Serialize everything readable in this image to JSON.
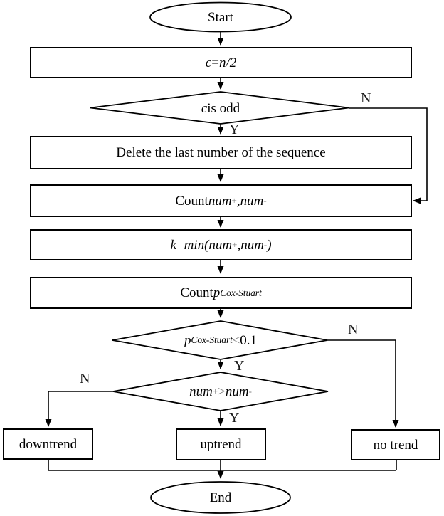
{
  "colors": {
    "stroke": "#000000",
    "shape_fill": "#ffffff",
    "operator_gray": "#7d7d7d"
  },
  "nodes": {
    "start": {
      "label": "Start"
    },
    "assign_c": {
      "parts": [
        [
          "c",
          "i"
        ],
        [
          "=",
          "op"
        ],
        [
          "n/2",
          "i"
        ]
      ]
    },
    "odd_check": {
      "parts": [
        [
          "c",
          "i"
        ],
        [
          " is odd",
          ""
        ]
      ]
    },
    "delete_step": {
      "label": "Delete the last number of the sequence"
    },
    "count_num": {
      "parts": [
        [
          "Count ",
          ""
        ],
        [
          "num",
          "i"
        ],
        [
          "+",
          "opsub"
        ],
        [
          ", ",
          "i"
        ],
        [
          "num",
          "i"
        ],
        [
          "-",
          "opsub"
        ]
      ]
    },
    "k_min": {
      "parts": [
        [
          "k",
          "i"
        ],
        [
          "=",
          "op"
        ],
        [
          "min(",
          "i"
        ],
        [
          "num",
          "i"
        ],
        [
          "+",
          "opsub"
        ],
        [
          ", ",
          "i"
        ],
        [
          "num",
          "i"
        ],
        [
          "-",
          "opsub"
        ],
        [
          ")",
          "i"
        ]
      ]
    },
    "count_p": {
      "parts": [
        [
          "Count ",
          ""
        ],
        [
          "p",
          "i"
        ],
        [
          "Cox-Stuart",
          "sub"
        ]
      ]
    },
    "p_check": {
      "parts": [
        [
          "p",
          "i"
        ],
        [
          "Cox-Stuart",
          "sub"
        ],
        [
          "≤",
          "op"
        ],
        [
          " 0.1",
          ""
        ]
      ]
    },
    "num_compare": {
      "parts": [
        [
          "num",
          "i"
        ],
        [
          "+",
          "opsub"
        ],
        [
          ">",
          "op"
        ],
        [
          "num",
          "i"
        ],
        [
          "-",
          "opsub"
        ]
      ]
    },
    "downtrend": {
      "label": "downtrend"
    },
    "uptrend": {
      "label": "uptrend"
    },
    "no_trend": {
      "label": "no trend"
    },
    "end": {
      "label": "End"
    }
  },
  "edge_labels": {
    "yes": "Y",
    "no": "N"
  }
}
